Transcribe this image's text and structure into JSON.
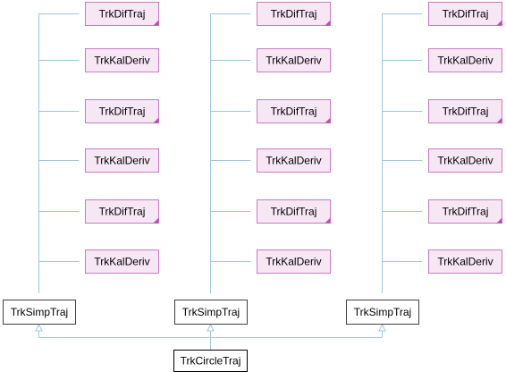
{
  "colors": {
    "edge": "#9ec8dc",
    "parent_fill": "#f7e6f4",
    "parent_border": "#c77bc1",
    "corner": "#b84fb0",
    "base_border": "#404040",
    "base_fill": "#ffffff",
    "focus_border": "#000000"
  },
  "diagram": {
    "focus_node": {
      "label": "TrkCircleTraj"
    },
    "columns": [
      {
        "base": {
          "label": "TrkSimpTraj"
        },
        "parents": [
          {
            "label": "TrkDifTraj",
            "folded": true
          },
          {
            "label": "TrkKalDeriv",
            "folded": false
          },
          {
            "label": "TrkDifTraj",
            "folded": true
          },
          {
            "label": "TrkKalDeriv",
            "folded": false
          },
          {
            "label": "TrkDifTraj",
            "folded": true
          },
          {
            "label": "TrkKalDeriv",
            "folded": false
          }
        ]
      },
      {
        "base": {
          "label": "TrkSimpTraj"
        },
        "parents": [
          {
            "label": "TrkDifTraj",
            "folded": true
          },
          {
            "label": "TrkKalDeriv",
            "folded": false
          },
          {
            "label": "TrkDifTraj",
            "folded": true
          },
          {
            "label": "TrkKalDeriv",
            "folded": false
          },
          {
            "label": "TrkDifTraj",
            "folded": true
          },
          {
            "label": "TrkKalDeriv",
            "folded": false
          }
        ]
      },
      {
        "base": {
          "label": "TrkSimpTraj"
        },
        "parents": [
          {
            "label": "TrkDifTraj",
            "folded": true
          },
          {
            "label": "TrkKalDeriv",
            "folded": false
          },
          {
            "label": "TrkDifTraj",
            "folded": true
          },
          {
            "label": "TrkKalDeriv",
            "folded": false
          },
          {
            "label": "TrkDifTraj",
            "folded": true
          },
          {
            "label": "TrkKalDeriv",
            "folded": false
          }
        ]
      }
    ]
  }
}
